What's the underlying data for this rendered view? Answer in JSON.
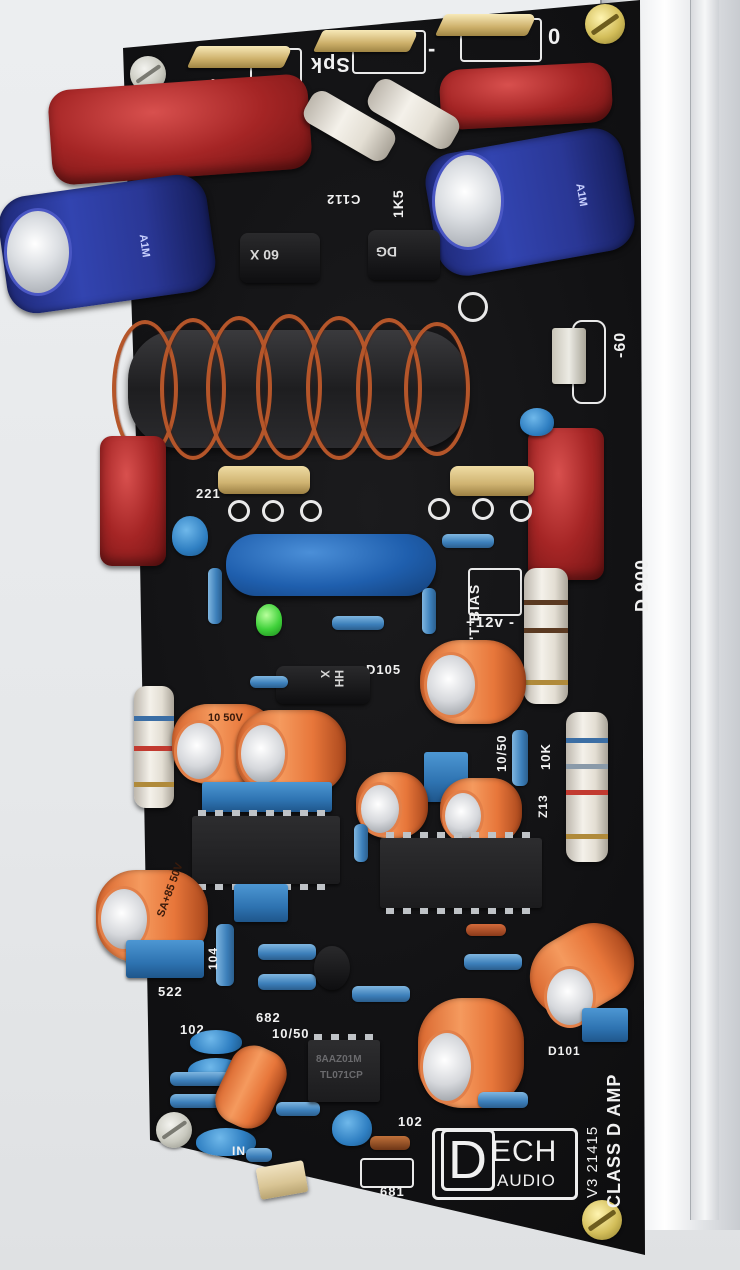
{
  "scene": {
    "subject": "Class D amplifier PCB mounted on aluminium heatsink",
    "background_color": "#e8eaec",
    "pcb_color": "#131315",
    "silkscreen_color": "#f1f1f1"
  },
  "board": {
    "product": "CLASS D AMP",
    "version": "V3 21415",
    "model": "D 900",
    "logo": {
      "letter": "D",
      "line1": "ECH",
      "line2": "AUDIO"
    }
  },
  "speaker_terminals": {
    "label": "Spk",
    "plus": "+",
    "minus": "-",
    "zero": "0"
  },
  "silkscreen_labels": {
    "c112": "C112",
    "r_1k5": "1K5",
    "v60": "-60",
    "r221": "221",
    "bias": "'T BIAS",
    "plus12v": "+12v -",
    "d105": "D105",
    "c10_50_a": "10/50",
    "r10k": "10K",
    "z13": "Z13",
    "r522": "522",
    "r682": "682",
    "c102_a": "102",
    "c102_b": "102",
    "c10_50_b": "10/50",
    "c102_c": "102",
    "c681": "681",
    "d101": "D101",
    "r104": "104",
    "input": "IN"
  },
  "components": {
    "ic_opamp": {
      "marking_1": "8AAZ01M",
      "marking_2": "TL071CP"
    },
    "diode_left": {
      "marking": "60 X"
    },
    "diode_right": {
      "marking": "DG"
    },
    "diode_mid": {
      "marking": "HH X"
    },
    "orange_cap_text": "SA+85 50V",
    "orange_cap_text_b": "10 50V",
    "blue_cap_text": "A1M"
  }
}
